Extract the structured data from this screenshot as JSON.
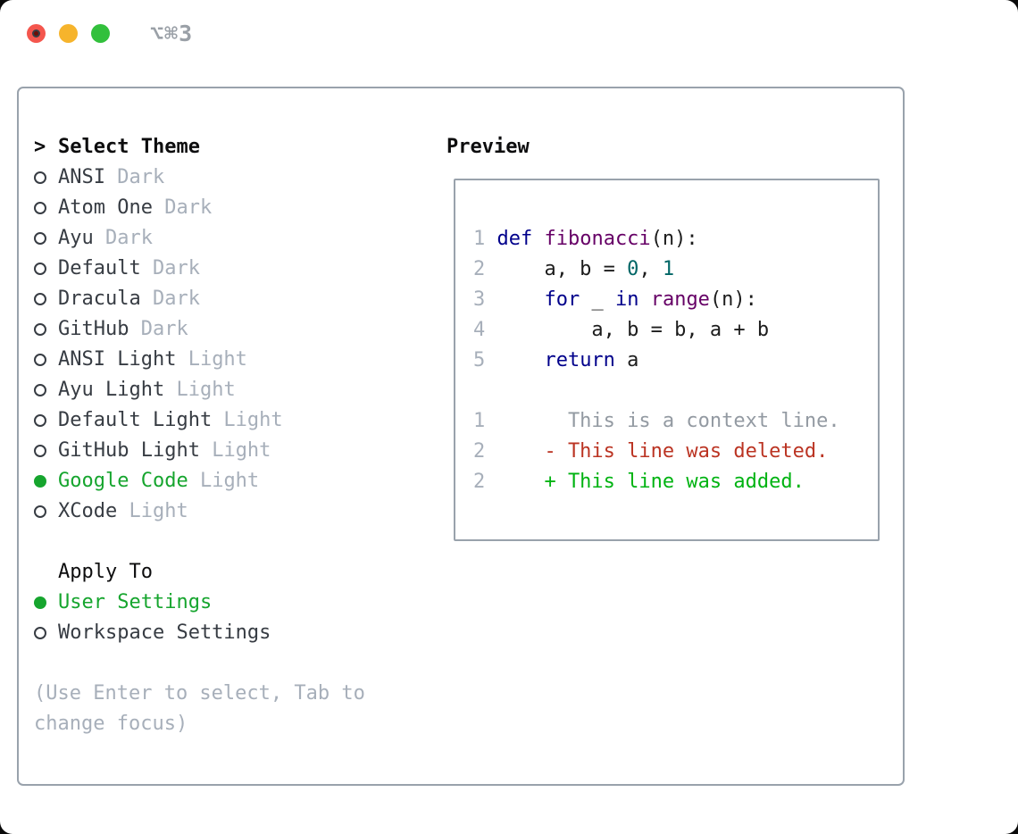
{
  "window": {
    "title": "⌥⌘3"
  },
  "colors": {
    "select-green": "#16a52e",
    "added-green": "#00b312",
    "deleted-red": "#bb3423",
    "keyword-blue": "#00008b",
    "function-purple": "#660066",
    "literal-teal": "#006666",
    "code-plain": "#1c1c1c",
    "muted-gray": "#a7afba",
    "dark-text": "#373c43",
    "header-black": "#0d0d0e",
    "border-gray": "#99a2ac",
    "context-gray": "#939aa2",
    "line-number-gray": "#a7afba",
    "title-gray": "#9aa0a7",
    "traffic-red": "#f4564d",
    "traffic-red-dot": "#6e0d06",
    "traffic-yellow": "#f6b42c",
    "traffic-green": "#32c03c"
  },
  "theme_panel": {
    "header": {
      "marker": ">",
      "label": "Select Theme"
    },
    "items": [
      {
        "name": "ANSI",
        "variant": "Dark",
        "selected": false
      },
      {
        "name": "Atom One",
        "variant": "Dark",
        "selected": false
      },
      {
        "name": "Ayu",
        "variant": "Dark",
        "selected": false
      },
      {
        "name": "Default",
        "variant": "Dark",
        "selected": false
      },
      {
        "name": "Dracula",
        "variant": "Dark",
        "selected": false
      },
      {
        "name": "GitHub",
        "variant": "Dark",
        "selected": false
      },
      {
        "name": "ANSI Light",
        "variant": "Light",
        "selected": false
      },
      {
        "name": "Ayu Light",
        "variant": "Light",
        "selected": false
      },
      {
        "name": "Default Light",
        "variant": "Light",
        "selected": false
      },
      {
        "name": "GitHub Light",
        "variant": "Light",
        "selected": false
      },
      {
        "name": "Google Code",
        "variant": "Light",
        "selected": true
      },
      {
        "name": "XCode",
        "variant": "Light",
        "selected": false
      }
    ],
    "apply_to": {
      "label": "Apply To",
      "options": [
        {
          "name": "User Settings",
          "selected": true
        },
        {
          "name": "Workspace Settings",
          "selected": false
        }
      ]
    },
    "hint_line1": "(Use Enter to select, Tab to",
    "hint_line2": "change focus)"
  },
  "preview": {
    "title": "Preview",
    "code": [
      {
        "num": "1",
        "segments": [
          {
            "t": "def",
            "c": "kw"
          },
          {
            "t": " ",
            "c": "pl"
          },
          {
            "t": "fibonacci",
            "c": "fn"
          },
          {
            "t": "(n):",
            "c": "pl"
          }
        ]
      },
      {
        "num": "2",
        "segments": [
          {
            "t": "    a, b = ",
            "c": "pl"
          },
          {
            "t": "0",
            "c": "lit"
          },
          {
            "t": ", ",
            "c": "pl"
          },
          {
            "t": "1",
            "c": "lit"
          }
        ]
      },
      {
        "num": "3",
        "segments": [
          {
            "t": "    ",
            "c": "pl"
          },
          {
            "t": "for",
            "c": "kw"
          },
          {
            "t": " _ ",
            "c": "pl"
          },
          {
            "t": "in",
            "c": "kw"
          },
          {
            "t": " ",
            "c": "pl"
          },
          {
            "t": "range",
            "c": "fn"
          },
          {
            "t": "(n):",
            "c": "pl"
          }
        ]
      },
      {
        "num": "4",
        "segments": [
          {
            "t": "        a, b = b, a + b",
            "c": "pl"
          }
        ]
      },
      {
        "num": "5",
        "segments": [
          {
            "t": "    ",
            "c": "pl"
          },
          {
            "t": "return",
            "c": "kw"
          },
          {
            "t": " a",
            "c": "pl"
          }
        ]
      },
      {
        "num": "",
        "segments": []
      },
      {
        "num": "1",
        "segments": [
          {
            "t": "      This is a context line.",
            "c": "ctx"
          }
        ]
      },
      {
        "num": "2",
        "segments": [
          {
            "t": "    - This line was deleted.",
            "c": "del"
          }
        ]
      },
      {
        "num": "2",
        "segments": [
          {
            "t": "    + This line was added.",
            "c": "add"
          }
        ]
      }
    ]
  }
}
